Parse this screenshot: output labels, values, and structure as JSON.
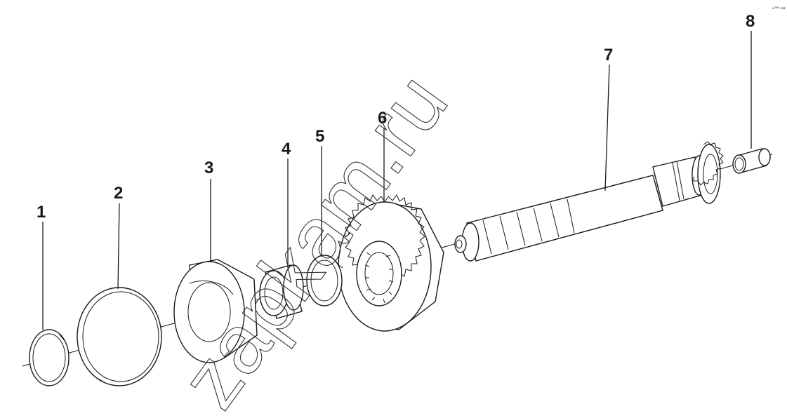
{
  "watermark": "zapkam.ru",
  "corner_mark": "•™ •••",
  "callouts": [
    "1",
    "2",
    "3",
    "4",
    "5",
    "6",
    "7",
    "8"
  ]
}
